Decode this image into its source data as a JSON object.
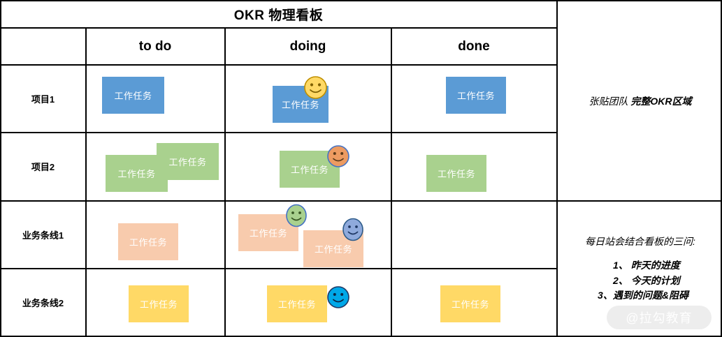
{
  "board": {
    "title": "OKR 物理看板",
    "columns": [
      "to do",
      "doing",
      "done"
    ],
    "rows": [
      "项目1",
      "项目2",
      "业务条线1",
      "业务条线2"
    ],
    "card_label": "工作任务"
  },
  "colors": {
    "row1_card": "#5B9BD5",
    "row2_card": "#A9D18E",
    "row3_card": "#F8CBAD",
    "row4_card": "#FFD966",
    "smiley_yellow": "#FFD966",
    "smiley_orange": "#ED9B61",
    "smiley_green": "#A9D18E",
    "smiley_purple": "#8FAADC",
    "smiley_cyan": "#00A8E8",
    "smiley_outline": "#2E5C8A",
    "grid": "#000000",
    "background": "#FFFFFF"
  },
  "cards": [
    {
      "label": "工作任务",
      "row": "项目1",
      "column": "to do"
    },
    {
      "label": "工作任务",
      "row": "项目1",
      "column": "doing"
    },
    {
      "label": "工作任务",
      "row": "项目1",
      "column": "done"
    },
    {
      "label": "工作任务",
      "row": "项目2",
      "column": "to do"
    },
    {
      "label": "工作任务",
      "row": "项目2",
      "column": "to do"
    },
    {
      "label": "工作任务",
      "row": "项目2",
      "column": "doing"
    },
    {
      "label": "工作任务",
      "row": "项目2",
      "column": "done"
    },
    {
      "label": "工作任务",
      "row": "业务条线1",
      "column": "to do"
    },
    {
      "label": "工作任务",
      "row": "业务条线1",
      "column": "doing"
    },
    {
      "label": "工作任务",
      "row": "业务条线1",
      "column": "doing"
    },
    {
      "label": "工作任务",
      "row": "业务条线2",
      "column": "to do"
    },
    {
      "label": "工作任务",
      "row": "业务条线2",
      "column": "doing"
    },
    {
      "label": "工作任务",
      "row": "业务条线2",
      "column": "done"
    }
  ],
  "panel": {
    "top": {
      "prefix": "张贴团队 ",
      "emphasis": "完整OKR区域"
    },
    "bottom": {
      "heading": "每日站会结合看板的三问:",
      "items": [
        "1、 昨天的进度",
        "2、 今天的计划",
        "3、遇到的问题&阻碍"
      ]
    }
  },
  "watermark": {
    "text": "@拉勾教育"
  }
}
